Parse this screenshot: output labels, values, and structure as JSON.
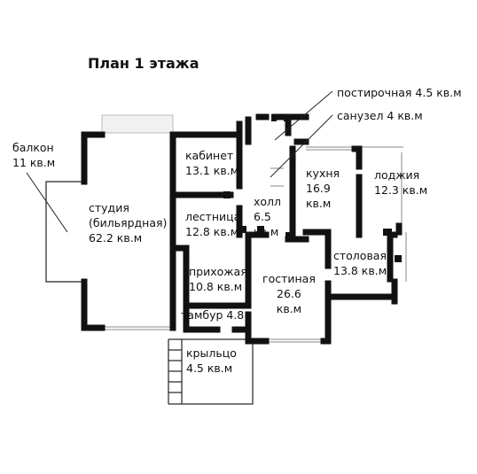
{
  "plan": {
    "title": "План 1 этажа",
    "rooms": {
      "balcony": [
        "балкон",
        "11 кв.м"
      ],
      "studio": [
        "студия",
        "(бильярдная)",
        "62.2 кв.м"
      ],
      "cabinet": [
        "кабинет",
        "13.1 кв.м"
      ],
      "stairs": [
        "лестница",
        "12.8 кв.м"
      ],
      "hall": [
        "холл",
        "6.5",
        "кв.м"
      ],
      "kitchen": [
        "кухня",
        "16.9",
        "кв.м"
      ],
      "loggia": [
        "лоджия",
        "12.3 кв.м"
      ],
      "dining": [
        "столовая",
        "13.8 кв.м"
      ],
      "entry": [
        "прихожая",
        "10.8 кв.м"
      ],
      "living": [
        "гостиная",
        "26.6",
        "кв.м"
      ],
      "vestibule": [
        "тамбур 4.8"
      ],
      "porch": [
        "крыльцо",
        "4.5 кв.м"
      ],
      "laundry": [
        "постирочная 4.5 кв.м"
      ],
      "bathroom": [
        "санузел 4 кв.м"
      ]
    }
  }
}
